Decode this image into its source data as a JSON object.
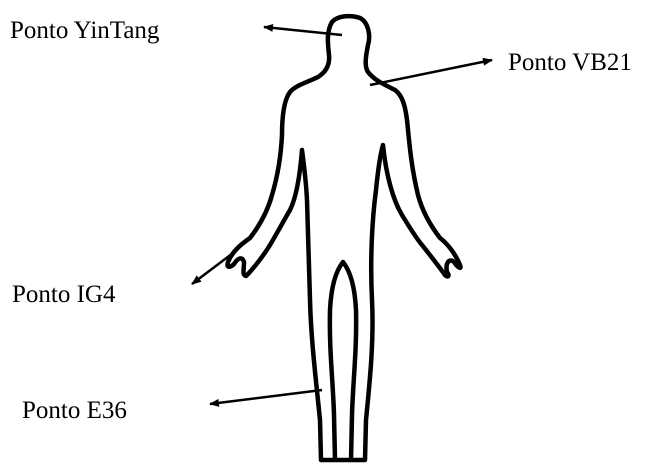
{
  "points": {
    "yintang": {
      "label": "Ponto YinTang"
    },
    "vb21": {
      "label": "Ponto VB21"
    },
    "ig4": {
      "label": "Ponto IG4"
    },
    "e36": {
      "label": "Ponto E36"
    }
  },
  "colors": {
    "ink": "#000000",
    "background": "#ffffff"
  },
  "icons": {
    "body": "human-body-outline-icon",
    "arrow": "arrow-icon"
  }
}
